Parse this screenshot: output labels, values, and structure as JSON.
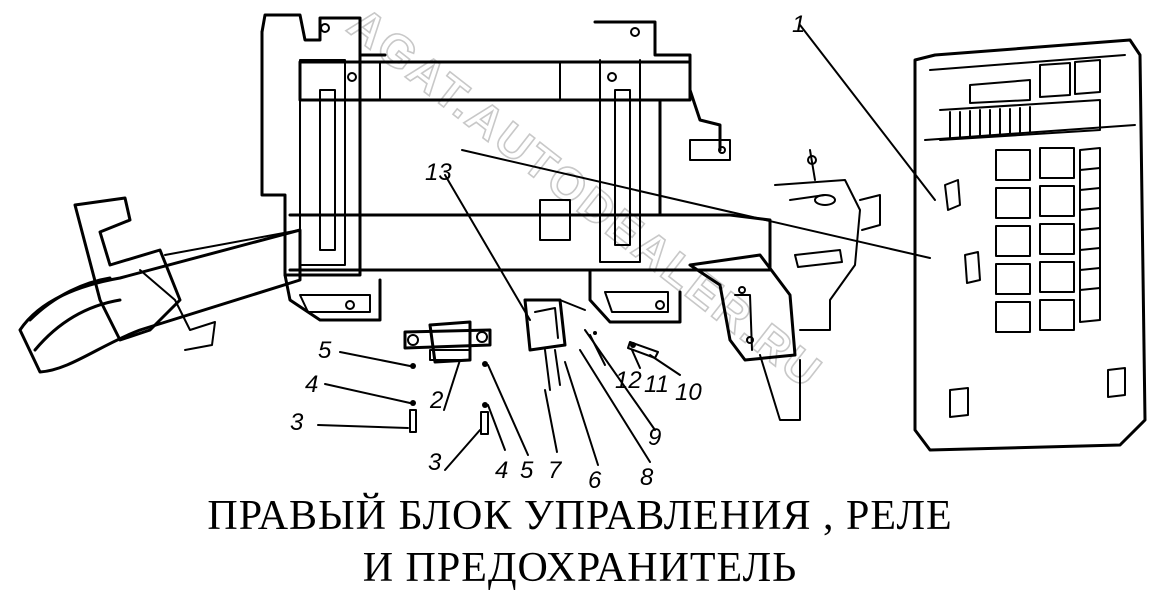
{
  "watermark": "AGAT.AUTODEALER.RU",
  "callouts": [
    {
      "id": "1",
      "label": "1"
    },
    {
      "id": "2",
      "label": "2"
    },
    {
      "id": "3a",
      "label": "3"
    },
    {
      "id": "3b",
      "label": "3"
    },
    {
      "id": "4a",
      "label": "4"
    },
    {
      "id": "4b",
      "label": "4"
    },
    {
      "id": "5a",
      "label": "5"
    },
    {
      "id": "5b",
      "label": "5"
    },
    {
      "id": "6",
      "label": "6"
    },
    {
      "id": "7",
      "label": "7"
    },
    {
      "id": "8",
      "label": "8"
    },
    {
      "id": "9",
      "label": "9"
    },
    {
      "id": "10",
      "label": "10"
    },
    {
      "id": "11",
      "label": "11"
    },
    {
      "id": "12",
      "label": "12"
    },
    {
      "id": "13",
      "label": "13"
    }
  ],
  "caption": {
    "line1": "ПРАВЫЙ  БЛОК  УПРАВЛЕНИЯ , РЕЛЕ",
    "line2": "И  ПРЕДОХРАНИТЕЛЬ"
  }
}
